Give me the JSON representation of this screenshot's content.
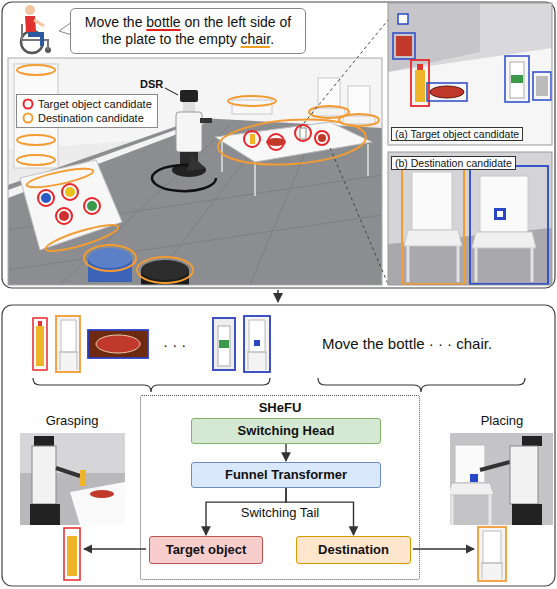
{
  "diagram": {
    "nodes": [
      {
        "text": [
          "Move the bottle on the left side of the plate to the empty chair."
        ]
      },
      {
        "text": [
          "SHeFU"
        ]
      },
      {
        "text": [
          "Switching Head"
        ],
        "in": 1
      },
      {
        "text": [
          "Funnel Transformer"
        ],
        "in": 1
      },
      {
        "text": [
          "Target object"
        ],
        "in": 1
      },
      {
        "text": [
          "Destination"
        ],
        "in": 1
      }
    ],
    "edges": [
      {
        "from": 2,
        "to": 3,
        "arrow": "to"
      },
      {
        "from": 3,
        "to": 4,
        "arrow": "to"
      },
      {
        "from": 3,
        "to": 5,
        "arrow": "to"
      }
    ],
    "labels": [
      "DSR",
      "(a) Target object candidate",
      "(b) Destination candidate",
      "· · ·",
      "Move the bottle · · · chair.",
      "Grasping",
      "Placing",
      "Switching Tail"
    ],
    "legend": [
      {
        "text": "Target object candidate"
      },
      {
        "text": "Destination candidate"
      }
    ]
  }
}
